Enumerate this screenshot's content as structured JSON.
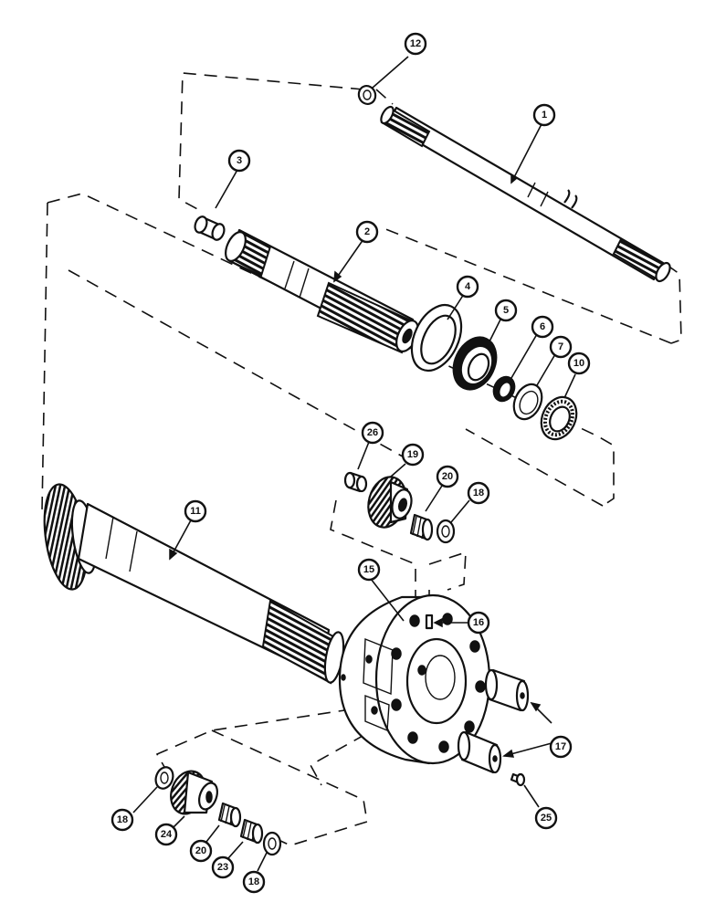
{
  "callouts": [
    {
      "id": "c12",
      "label": "12"
    },
    {
      "id": "c1",
      "label": "1"
    },
    {
      "id": "c3",
      "label": "3"
    },
    {
      "id": "c2",
      "label": "2"
    },
    {
      "id": "c4",
      "label": "4"
    },
    {
      "id": "c5",
      "label": "5"
    },
    {
      "id": "c6",
      "label": "6"
    },
    {
      "id": "c7",
      "label": "7"
    },
    {
      "id": "c10",
      "label": "10"
    },
    {
      "id": "c26",
      "label": "26"
    },
    {
      "id": "c19",
      "label": "19"
    },
    {
      "id": "c20a",
      "label": "20"
    },
    {
      "id": "c18a",
      "label": "18"
    },
    {
      "id": "c11",
      "label": "11"
    },
    {
      "id": "c15",
      "label": "15"
    },
    {
      "id": "c16",
      "label": "16"
    },
    {
      "id": "c17",
      "label": "17"
    },
    {
      "id": "c25",
      "label": "25"
    },
    {
      "id": "c18b",
      "label": "18"
    },
    {
      "id": "c24",
      "label": "24"
    },
    {
      "id": "c20b",
      "label": "20"
    },
    {
      "id": "c23",
      "label": "23"
    },
    {
      "id": "c18c",
      "label": "18"
    }
  ]
}
